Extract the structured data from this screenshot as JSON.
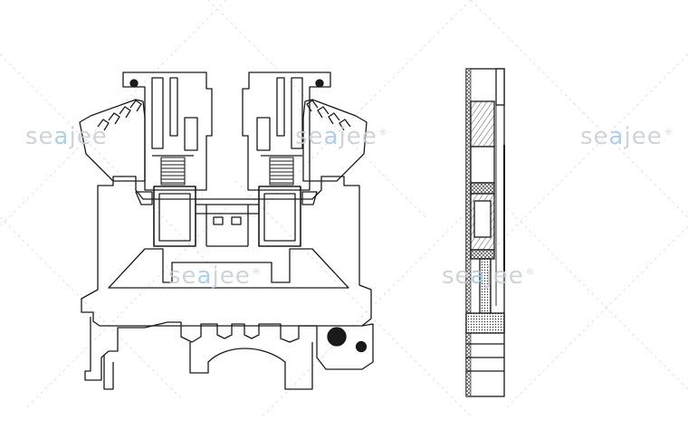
{
  "watermark": {
    "pre": "se",
    "accent": "a",
    "post": "jee",
    "reg": "®"
  },
  "colors": {
    "line": "#1a1a1a",
    "hatch": "#3a3a3a",
    "watermark": "#c8ccd2",
    "watermark_accent": "#9fc8ea",
    "background": "#ffffff"
  },
  "views": [
    "front-view",
    "side-section-view"
  ]
}
